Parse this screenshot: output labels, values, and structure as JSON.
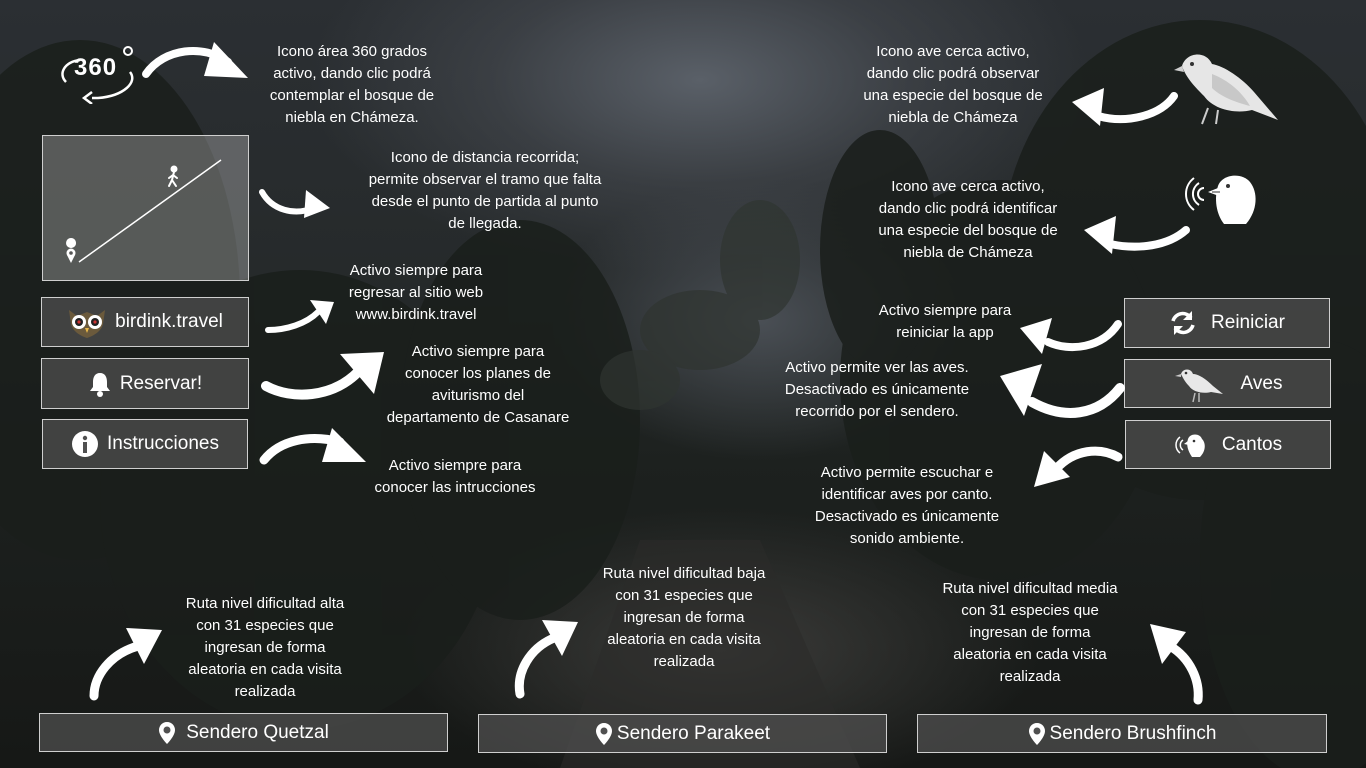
{
  "notes": {
    "n360": [
      "Icono área 360 grados",
      "activo, dando clic podrá",
      "contemplar el bosque de",
      "niebla en Chámeza."
    ],
    "distance": [
      "Icono de distancia recorrida;",
      "permite observar el tramo que falta",
      "desde el punto de partida al punto",
      "de llegada."
    ],
    "web": [
      "Activo siempre para",
      "regresar al sitio web",
      "www.birdink.travel"
    ],
    "reserve": [
      "Activo siempre para",
      "conocer los planes de",
      "aviturismo del",
      "departamento de Casanare"
    ],
    "instructions": [
      "Activo siempre para",
      "conocer las intrucciones"
    ],
    "bird_near": [
      "Icono ave cerca activo,",
      "dando clic podrá observar",
      "una especie del bosque de",
      "niebla de Chámeza"
    ],
    "bird_song": [
      "Icono ave cerca activo,",
      "dando clic podrá identificar",
      "una especie del bosque de",
      "niebla de Chámeza"
    ],
    "restart": [
      "Activo siempre para",
      "reiniciar la app"
    ],
    "birds": [
      "Activo permite ver las aves.",
      "Desactivado es únicamente",
      "recorrido por el sendero."
    ],
    "songs": [
      "Activo permite escuchar e",
      "identificar aves por canto.",
      "Desactivado es únicamente",
      "sonido ambiente."
    ],
    "quetzal": [
      "Ruta nivel dificultad alta",
      "con 31 especies que",
      "ingresan de forma",
      "aleatoria en cada visita",
      "realizada"
    ],
    "parakeet": [
      "Ruta nivel dificultad baja",
      "con 31 especies que",
      "ingresan de forma",
      "aleatoria en cada visita",
      "realizada"
    ],
    "brushfinch": [
      "Ruta nivel dificultad media",
      "con 31 especies que",
      "ingresan de forma",
      "aleatoria en cada visita",
      "realizada"
    ]
  },
  "icon360": {
    "label": "360"
  },
  "buttons": {
    "birdink": "birdink.travel",
    "reserve": "Reservar!",
    "instructions": "Instrucciones",
    "restart": "Reiniciar",
    "birds": "Aves",
    "songs": "Cantos",
    "quetzal": "Sendero Quetzal",
    "parakeet": "Sendero Parakeet",
    "brushfinch": "Sendero Brushfinch"
  },
  "icons": {
    "rotate": "360-view-icon",
    "map": "distance-map-icon",
    "owl": "owl-logo-icon",
    "bell": "bell-icon",
    "info": "info-icon",
    "refresh": "refresh-icon",
    "bird": "bird-icon",
    "bird_song": "singing-bird-icon",
    "pin": "location-pin-icon"
  },
  "colors": {
    "panel_bg": "#505050",
    "border": "#cfcfcf",
    "text": "#ffffff"
  }
}
